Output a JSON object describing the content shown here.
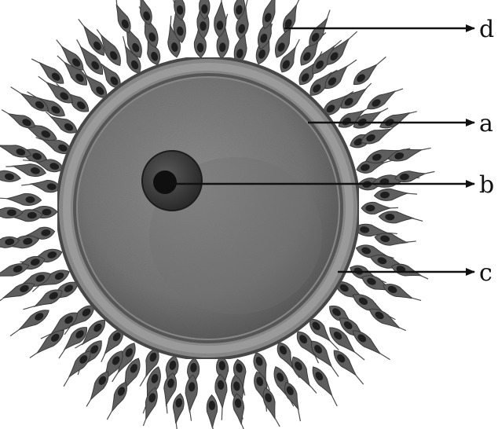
{
  "labels": {
    "a": "a",
    "b": "b",
    "c": "c",
    "d": "d"
  },
  "colors": {
    "ink": "#111111",
    "cell_body": "#6e6e6e",
    "zona": "#8c8c8c",
    "membrane": "#4a4a4a",
    "cytoplasm": "#7d7d7d",
    "nucleus": "#3a3a3a",
    "nucleolus": "#101010",
    "follicle_cell": "#5e5e5e",
    "follicle_nucleus": "#1e1e1e",
    "background": "#ffffff"
  }
}
